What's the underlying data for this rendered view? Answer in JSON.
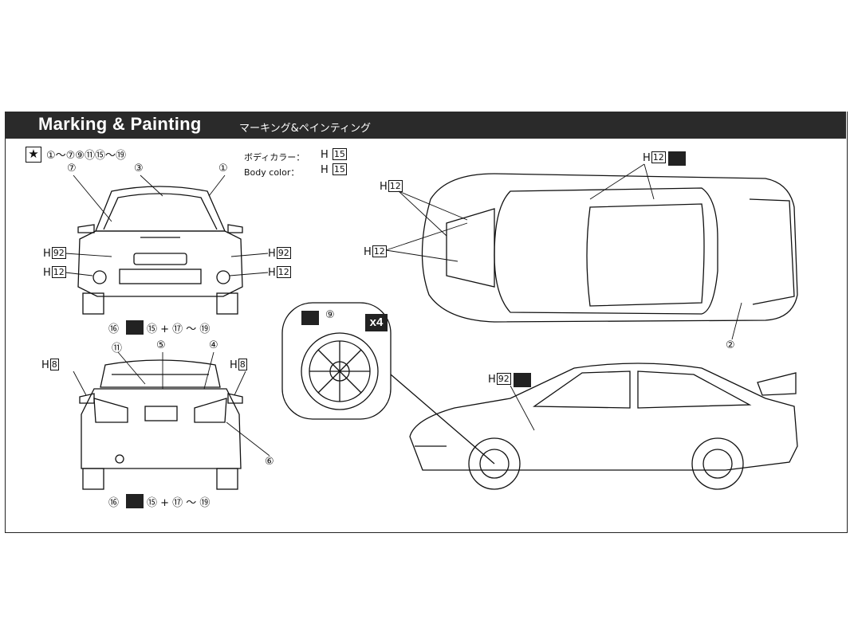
{
  "header": {
    "title_en": "Marking & Painting",
    "title_jp": "マーキング&ペインティング"
  },
  "legend": {
    "star_sequence": "①～⑦⑨⑪⑮～⑲"
  },
  "body_color": {
    "jp_label": "ボディカラー：",
    "en_label": "Body color：",
    "code_prefix": "H",
    "code": "15"
  },
  "callouts": {
    "front_7": "⑦",
    "front_3": "③",
    "front_1": "①",
    "rear_11": "⑪",
    "rear_5": "⑤",
    "rear_4": "④",
    "rear_6": "⑥",
    "top_2": "②",
    "wheel_9": "⑨"
  },
  "front_decal_seq": {
    "lead": "⑯",
    "rest": "⑮ + ⑰ ～ ⑲"
  },
  "rear_decal_seq": {
    "lead": "⑯",
    "rest": "⑮ + ⑰ ～ ⑲"
  },
  "paint_codes": {
    "prefix": "H",
    "h92": "92",
    "h12": "12",
    "h8": "8"
  },
  "wheel": {
    "multiplier": "x4"
  },
  "colors": {
    "header_bg": "#2a2a2a",
    "ink": "#111111"
  }
}
